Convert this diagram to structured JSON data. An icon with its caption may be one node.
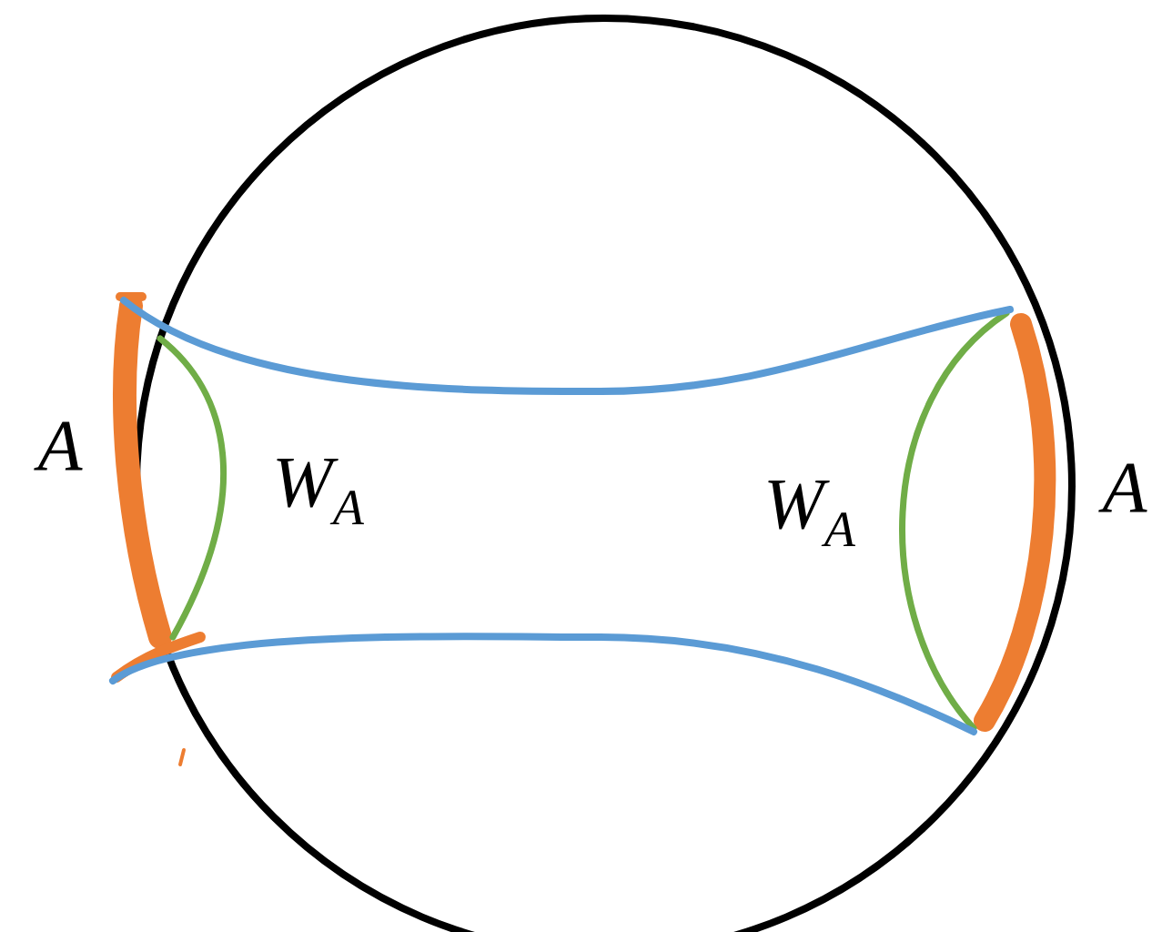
{
  "diagram": {
    "labels": [
      "A",
      "W$_{A}$",
      "W$_{A}$",
      "A"
    ]
  }
}
